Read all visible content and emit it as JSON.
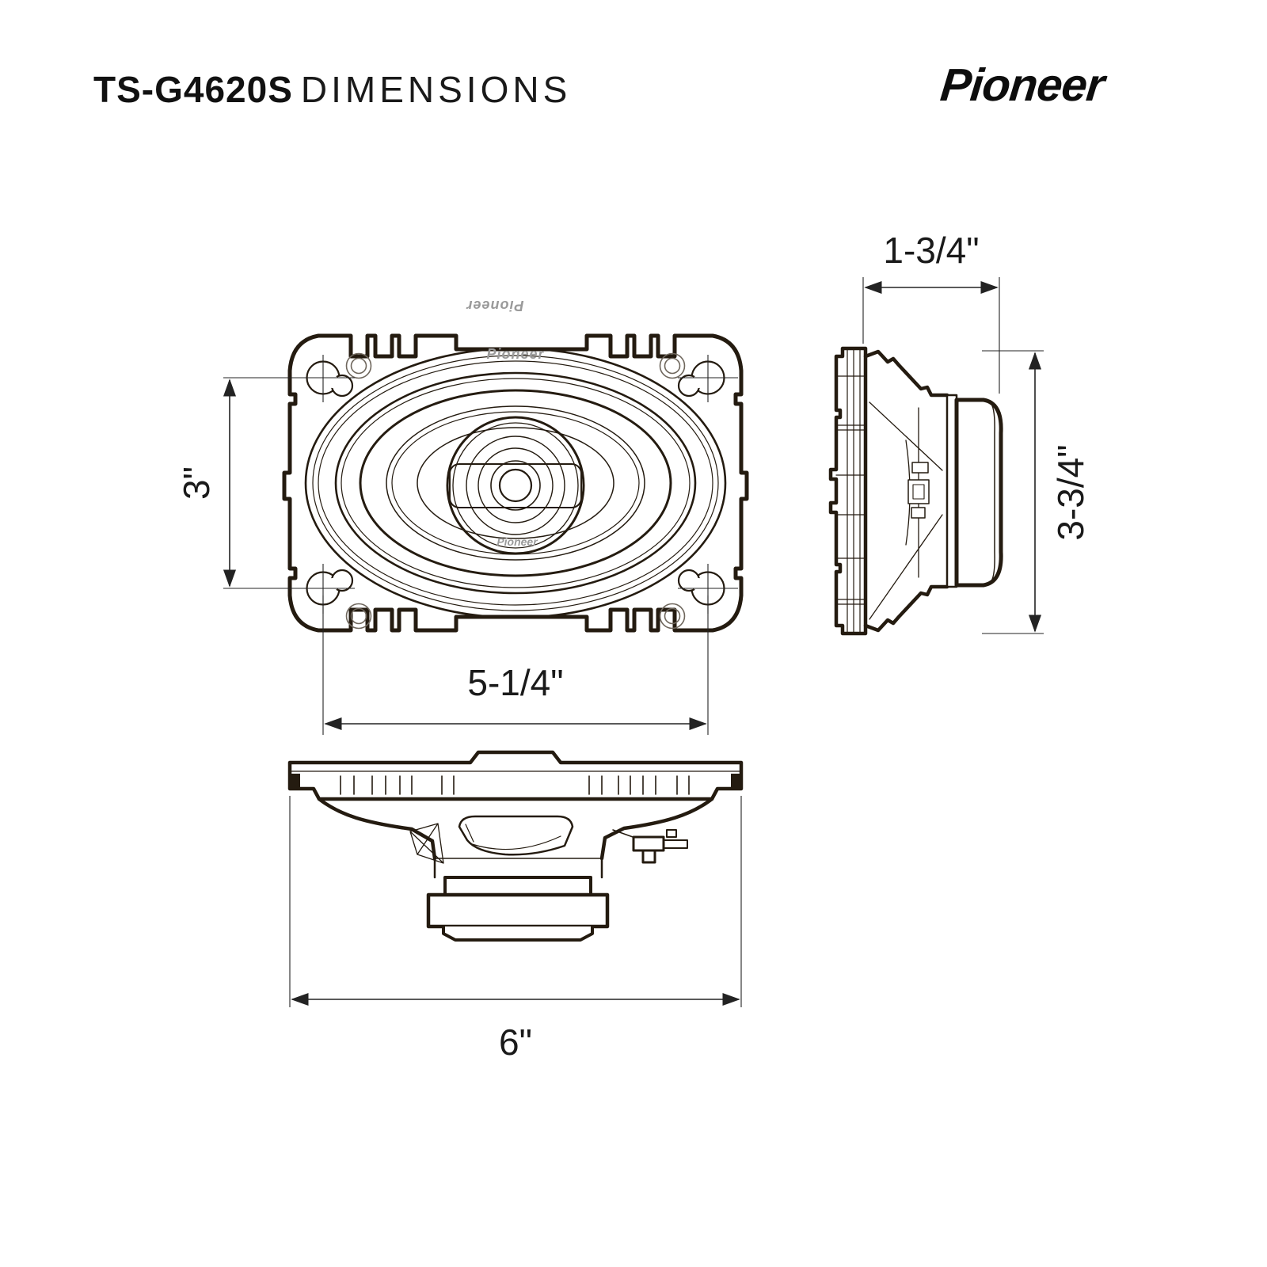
{
  "header": {
    "model": "TS-G4620S",
    "title_suffix": "DIMENSIONS",
    "logo": "Pioneer"
  },
  "diagram": {
    "front_view": {
      "height_label": "3\"",
      "width_label": "5-1/4\"",
      "brand_mark_top": "Pioneer",
      "brand_mark_bottom": "Pioneer",
      "brand_mark_center": "Pioneer"
    },
    "side_view": {
      "depth_label": "1-3/4\"",
      "height_label": "3-3/4\""
    },
    "bottom_view": {
      "width_label": "6\""
    }
  },
  "colors": {
    "drawing_line": "#241b10",
    "dimension_line": "#232323",
    "text": "#111111",
    "brand_mark": "#9a9a9a",
    "background": "#ffffff"
  }
}
